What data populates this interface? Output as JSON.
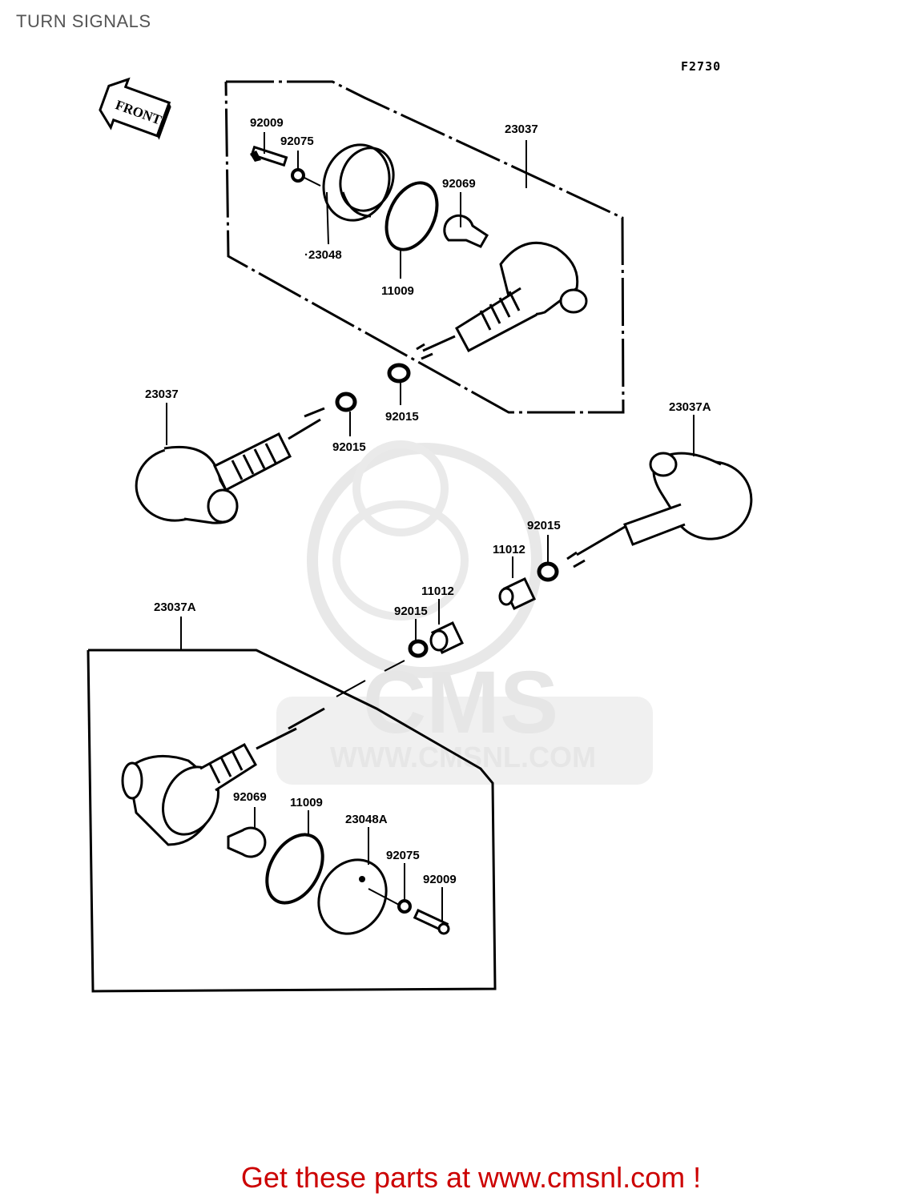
{
  "title": "TURN SIGNALS",
  "figure_code": "F2730",
  "front_label": "FRONT",
  "watermark": {
    "logo": "CMS",
    "url": "WWW.CMSNL.COM"
  },
  "part_labels": {
    "p92009_top": "92009",
    "p92075_top": "92075",
    "p23037_top": "23037",
    "p92069_top": "92069",
    "p23048": "·23048",
    "p11009_top": "11009",
    "p92015_top": "92015",
    "p23037_left": "23037",
    "p92015_left": "92015",
    "p23037A_right": "23037A",
    "p92015_right": "92015",
    "p11012_right": "11012",
    "p23037A_left": "23037A",
    "p11012_mid": "11012",
    "p92015_mid": "92015",
    "p92069_bottom": "92069",
    "p11009_bottom": "11009",
    "p23048A": "23048A",
    "p92075_bottom": "92075",
    "p92009_bottom": "92009"
  },
  "footer": "Get these parts at www.cmsnl.com !"
}
